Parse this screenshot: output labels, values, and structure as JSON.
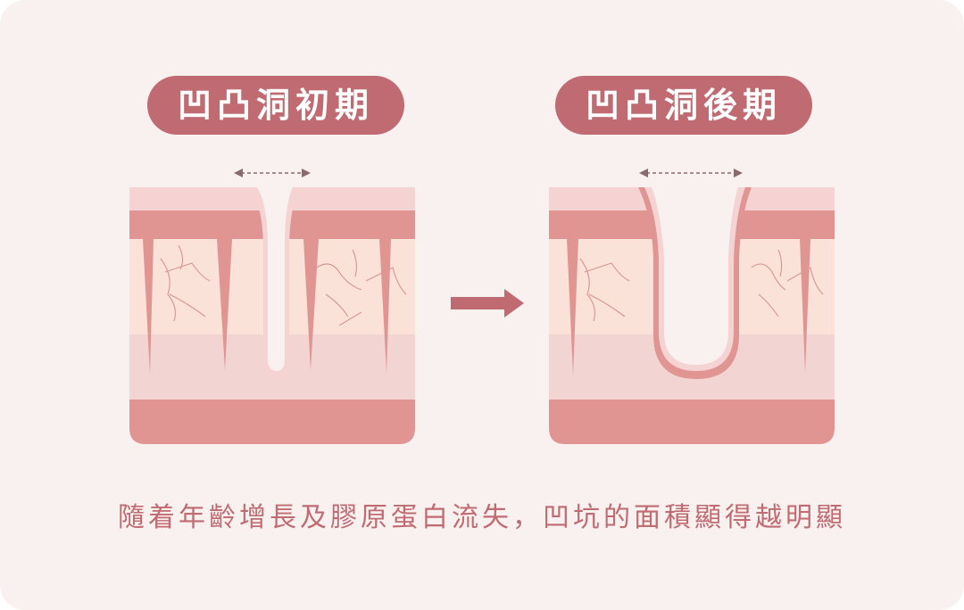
{
  "labels": {
    "early": "凹凸洞初期",
    "late": "凹凸洞後期"
  },
  "caption": "隨着年齡增長及膠原蛋白流失，凹坑的面積顯得越明顯",
  "colors": {
    "accent": "#bf6b71",
    "top_layer": "#f4d3d2",
    "epidermis": "#e09593",
    "dermis": "#fbe2d9",
    "lower_layer": "#f2d4d3",
    "base": "#e09593"
  }
}
